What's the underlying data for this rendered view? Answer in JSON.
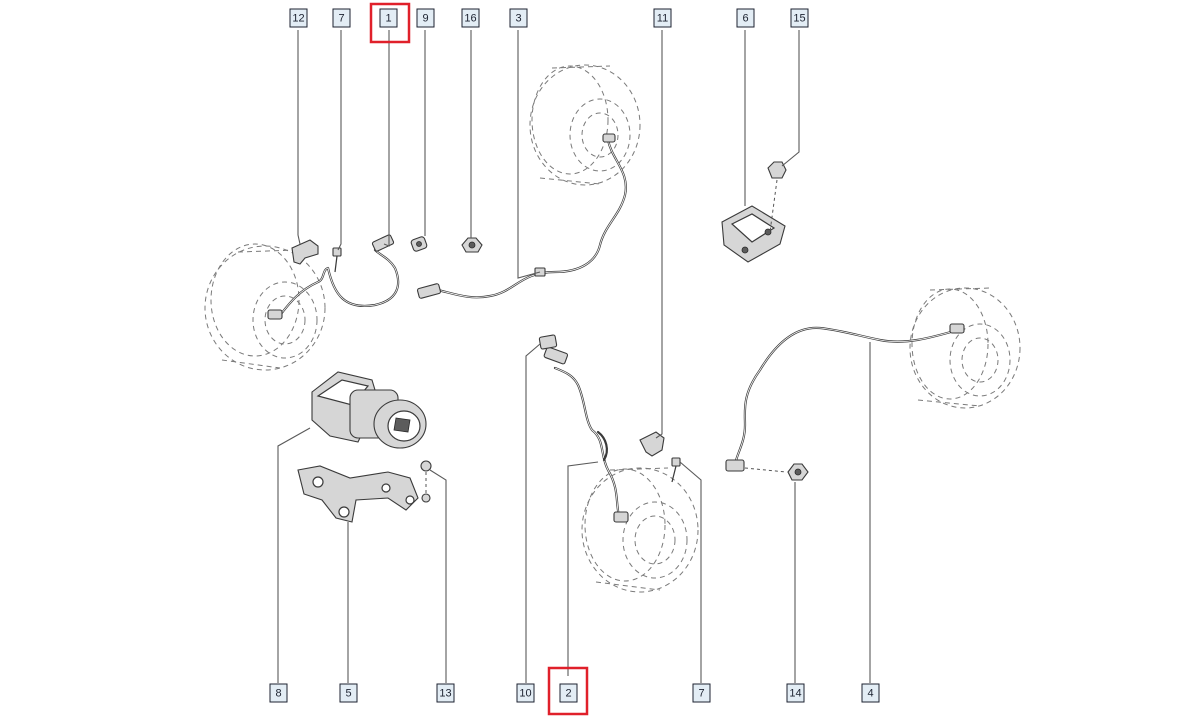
{
  "labels": {
    "top": [
      "12",
      "7",
      "1",
      "9",
      "16",
      "3",
      "11",
      "6",
      "15"
    ],
    "bottom": [
      "8",
      "5",
      "13",
      "10",
      "2",
      "7",
      "14",
      "4"
    ]
  },
  "highlight": {
    "color": "#e0202a",
    "items": [
      "1",
      "2"
    ]
  }
}
